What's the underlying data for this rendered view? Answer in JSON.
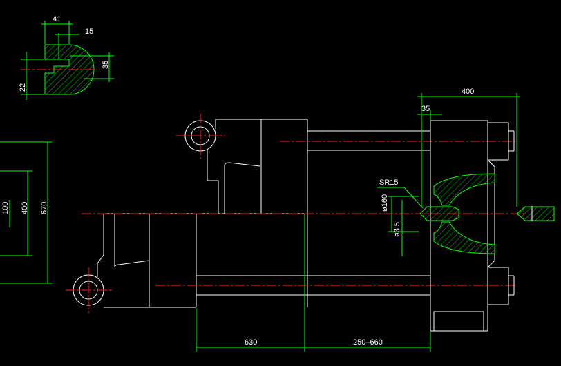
{
  "colors": {
    "background": "#000000",
    "outline": "#ffffff",
    "dimension": "#00ff00",
    "centerline": "#ff2020"
  },
  "dimensions": {
    "slot_width": "41",
    "slot_gap": "15",
    "slot_height": "35",
    "slot_bottom": "22",
    "left_100": "100",
    "left_400": "400",
    "left_670": "670",
    "top_400": "400",
    "top_35": "35",
    "sr15": "SR15",
    "dia160": "ø160",
    "dia35": "ø3.5",
    "bottom_630": "630",
    "bottom_range": "250–660"
  }
}
